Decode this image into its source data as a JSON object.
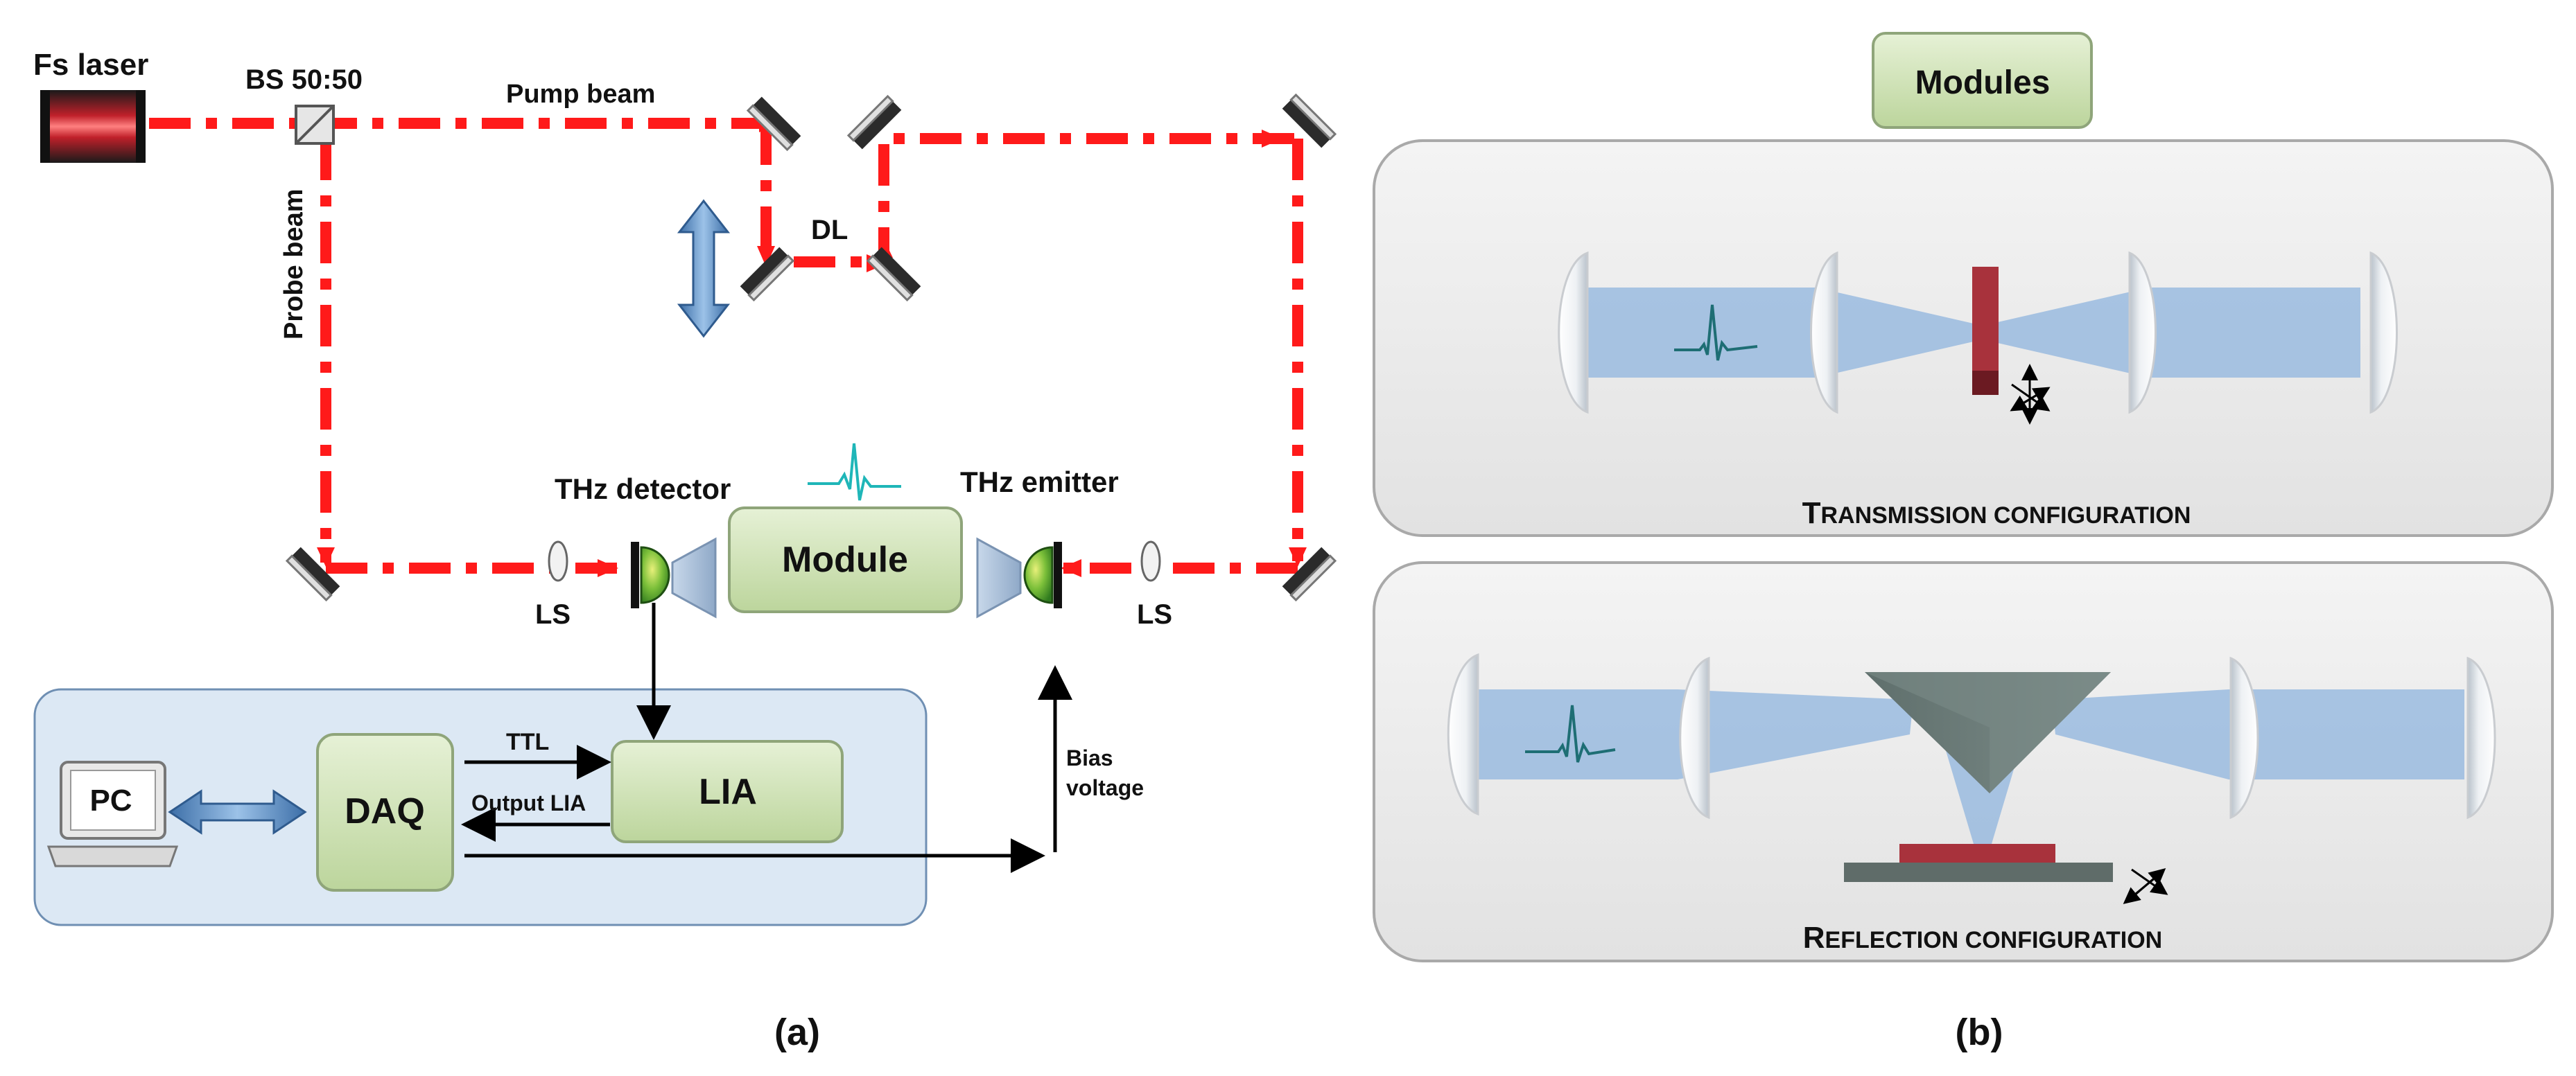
{
  "panel_a": {
    "caption": "(a)",
    "labels": {
      "laser": "Fs laser",
      "beamsplitter": "BS 50:50",
      "pump": "Pump beam",
      "probe": "Probe beam",
      "delay_line": "DL",
      "detector": "THz detector",
      "emitter": "THz emitter",
      "module": "Module",
      "ls_left": "LS",
      "ls_right": "LS",
      "pc": "PC",
      "daq": "DAQ",
      "lia": "LIA",
      "ttl": "TTL",
      "output_lia": "Output LIA",
      "bias_line1": "Bias",
      "bias_line2": "voltage"
    }
  },
  "panel_b": {
    "caption": "(b)",
    "title": "Modules",
    "transmission": {
      "caption_cap1": "T",
      "caption_rest1": "RANSMISSION ",
      "caption_rest2": "CONFIGURATION"
    },
    "reflection": {
      "caption_cap1": "R",
      "caption_rest1": "EFLECTION ",
      "caption_rest2": "CONFIGURATION"
    }
  },
  "colors": {
    "beam": "#ff1a1a",
    "green_box": "#cfe2b4",
    "control_panel": "#dce8f4",
    "thz_beam": "#8fb4de",
    "sample": "#a8323c",
    "pulse": "#1e6e74"
  }
}
